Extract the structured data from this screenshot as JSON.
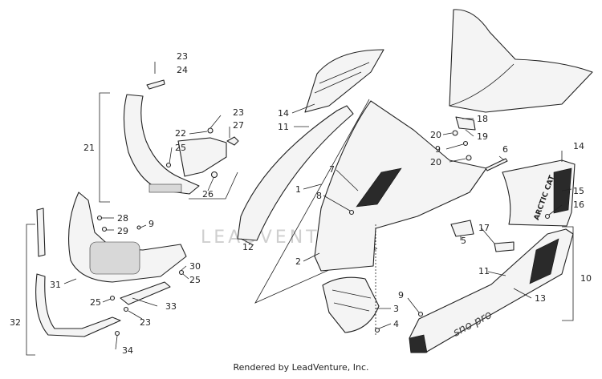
{
  "footer": "Rendered by LeadVenture, Inc.",
  "watermark": "LEADVENTURE",
  "decal_text": "ARCTIC CAT",
  "side_decal_text": "sno pro",
  "callouts": [
    "1",
    "2",
    "3",
    "4",
    "5",
    "6",
    "7",
    "8",
    "9",
    "9",
    "9",
    "10",
    "11",
    "11",
    "12",
    "13",
    "14",
    "14",
    "15",
    "16",
    "17",
    "18",
    "19",
    "20",
    "20",
    "21",
    "22",
    "23",
    "23",
    "23",
    "24",
    "25",
    "25",
    "25",
    "26",
    "27",
    "28",
    "29",
    "30",
    "31",
    "32",
    "33",
    "34"
  ]
}
